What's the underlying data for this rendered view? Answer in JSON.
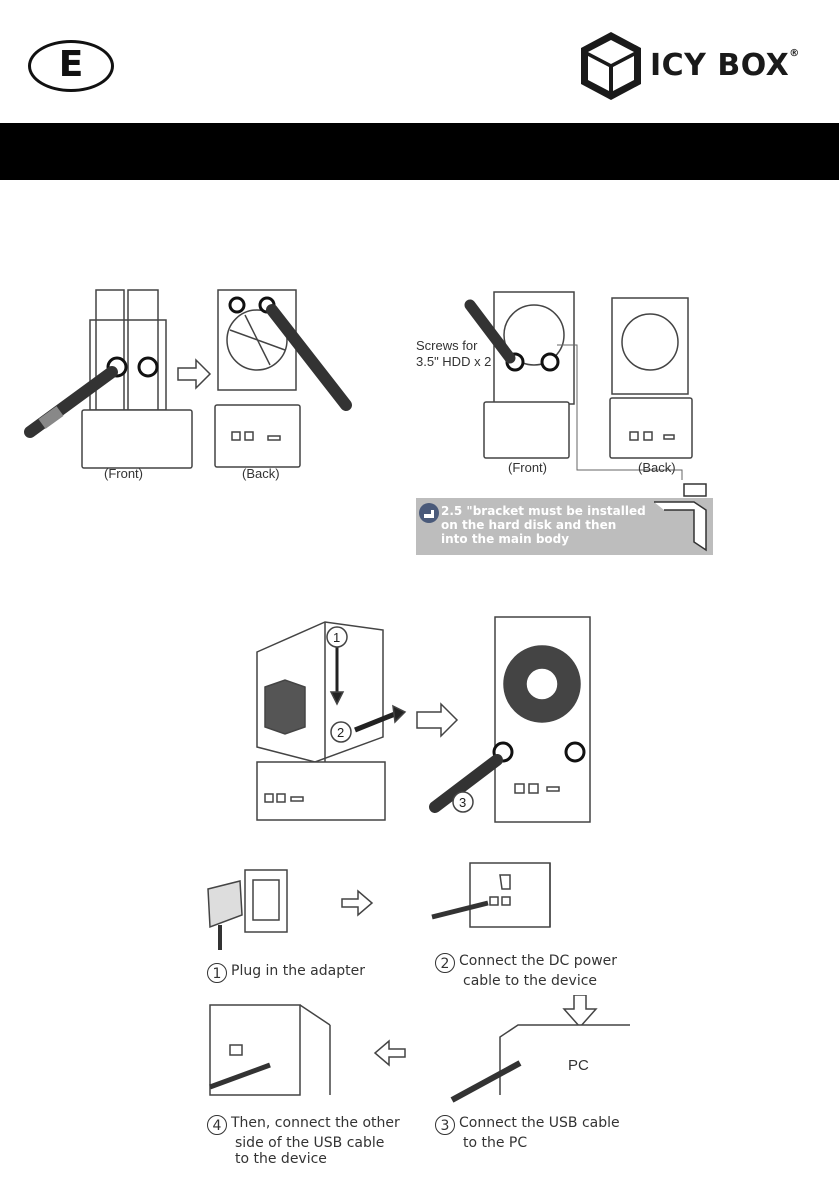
{
  "header": {
    "language_code": "E",
    "brand_name": "ICY BOX",
    "brand_mark": "®"
  },
  "figure1": {
    "front_label": "(Front)",
    "back_label": "(Back)"
  },
  "figure2": {
    "screws_label_line1": "Screws for",
    "screws_label_line2": "3.5\" HDD x 2",
    "front_label": "(Front)",
    "back_label": "(Back)",
    "note_lines": [
      "2.5 \"bracket must be installed",
      "on the hard disk and then",
      "into the main body"
    ]
  },
  "figure3": {
    "step1": "1",
    "step2": "2",
    "step3": "3"
  },
  "connection": {
    "pc_label": "PC",
    "steps": [
      {
        "num": "1",
        "lines": [
          "Plug in the adapter"
        ]
      },
      {
        "num": "2",
        "lines": [
          "Connect the DC power",
          "cable to the device"
        ]
      },
      {
        "num": "3",
        "lines": [
          "Connect the USB cable",
          "to the PC"
        ]
      },
      {
        "num": "4",
        "lines": [
          "Then, connect the other",
          "side of the USB cable",
          "to the device"
        ]
      }
    ]
  }
}
